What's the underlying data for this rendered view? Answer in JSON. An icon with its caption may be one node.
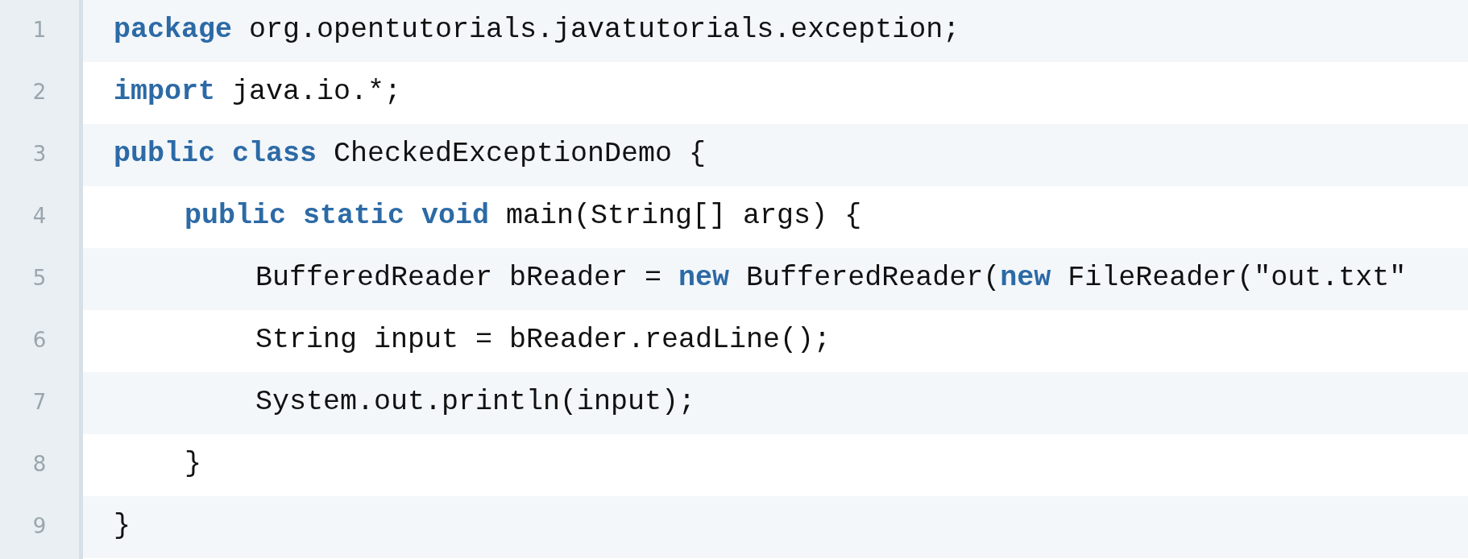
{
  "diagram": {
    "labels": [
      "1",
      "**package** org.opentutorials.javatutorials.exception;",
      "2",
      "**import** java.io.*;",
      "3",
      "**public class** CheckedExceptionDemo {",
      "4",
      "**public static void** main(String[] args) {",
      "5",
      "BufferedReader bReader = **new** BufferedReader(**new** FileReader(\"out.txt\"",
      "6",
      "String input = bReader.readLine();",
      "7",
      "System.out.println(input);",
      "8",
      "}",
      "9",
      "}"
    ]
  }
}
